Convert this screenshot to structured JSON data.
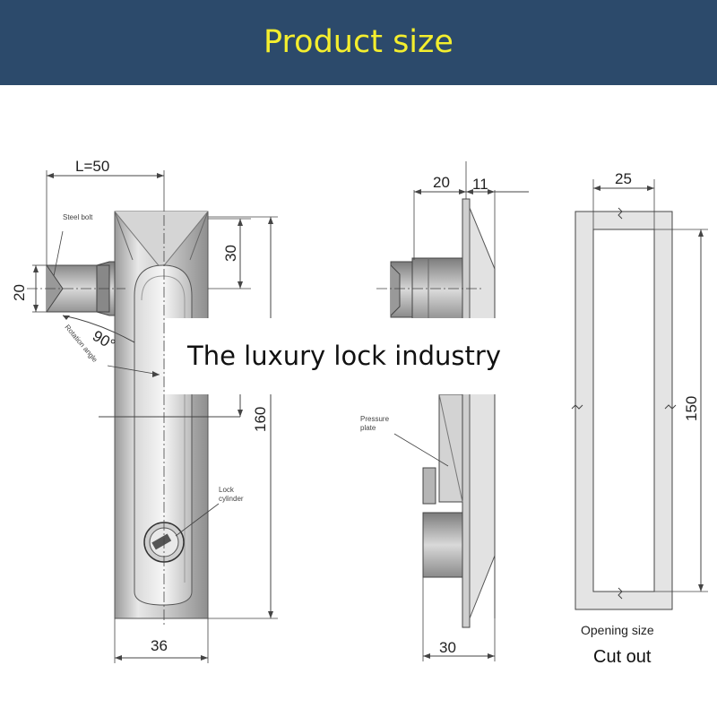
{
  "header": {
    "title": "Product size"
  },
  "banner": {
    "text": "The luxury lock industry"
  },
  "front_view": {
    "length_label": "L=50",
    "steel_bolt_label": "Steel bolt",
    "bolt_height": "20",
    "rotation_angle_value": "90°",
    "rotation_angle_label": "Rotation angle",
    "top_dim": "30",
    "height_dim": "160",
    "lock_cylinder_label_1": "Lock",
    "lock_cylinder_label_2": "cylinder",
    "width_dim": "36"
  },
  "side_view": {
    "dim_a": "20",
    "dim_b": "11",
    "pressure_plate_label_1": "Pressure",
    "pressure_plate_label_2": "plate",
    "depth_dim": "30"
  },
  "cutout": {
    "width_dim": "25",
    "height_dim": "150",
    "opening_size_label": "Opening size",
    "cut_out_label": "Cut out"
  },
  "colors": {
    "header_bg": "#2c4a6b",
    "header_text": "#f4ee2e"
  }
}
